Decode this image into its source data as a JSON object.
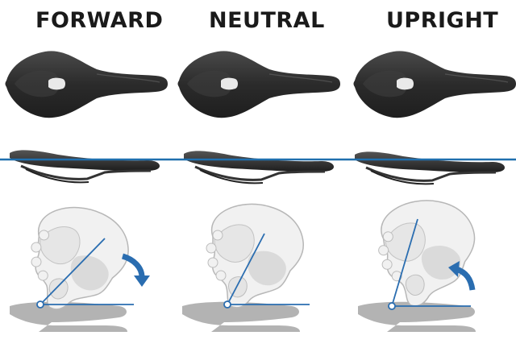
{
  "columns": [
    {
      "id": "forward",
      "title": "FORWARD",
      "rotation": "clockwise"
    },
    {
      "id": "neutral",
      "title": "NEUTRAL",
      "rotation": "none"
    },
    {
      "id": "upright",
      "title": "UPRIGHT",
      "rotation": "counter-clockwise"
    }
  ],
  "colors": {
    "saddle_top": "#2b2b2b",
    "saddle_highlight": "#5a5a5a",
    "reference_line": "#1f6fae",
    "pelvis_fill": "#f1f1f1",
    "pelvis_stroke": "#b7b7b7",
    "pelvis_shade": "#d5d5d5",
    "saddle_shadow": "#9a9a9a",
    "arrow": "#2a6db0"
  },
  "icons": [
    "saddle-top-view",
    "saddle-side-view",
    "pelvis-illustration",
    "rotation-arrow-icon"
  ]
}
